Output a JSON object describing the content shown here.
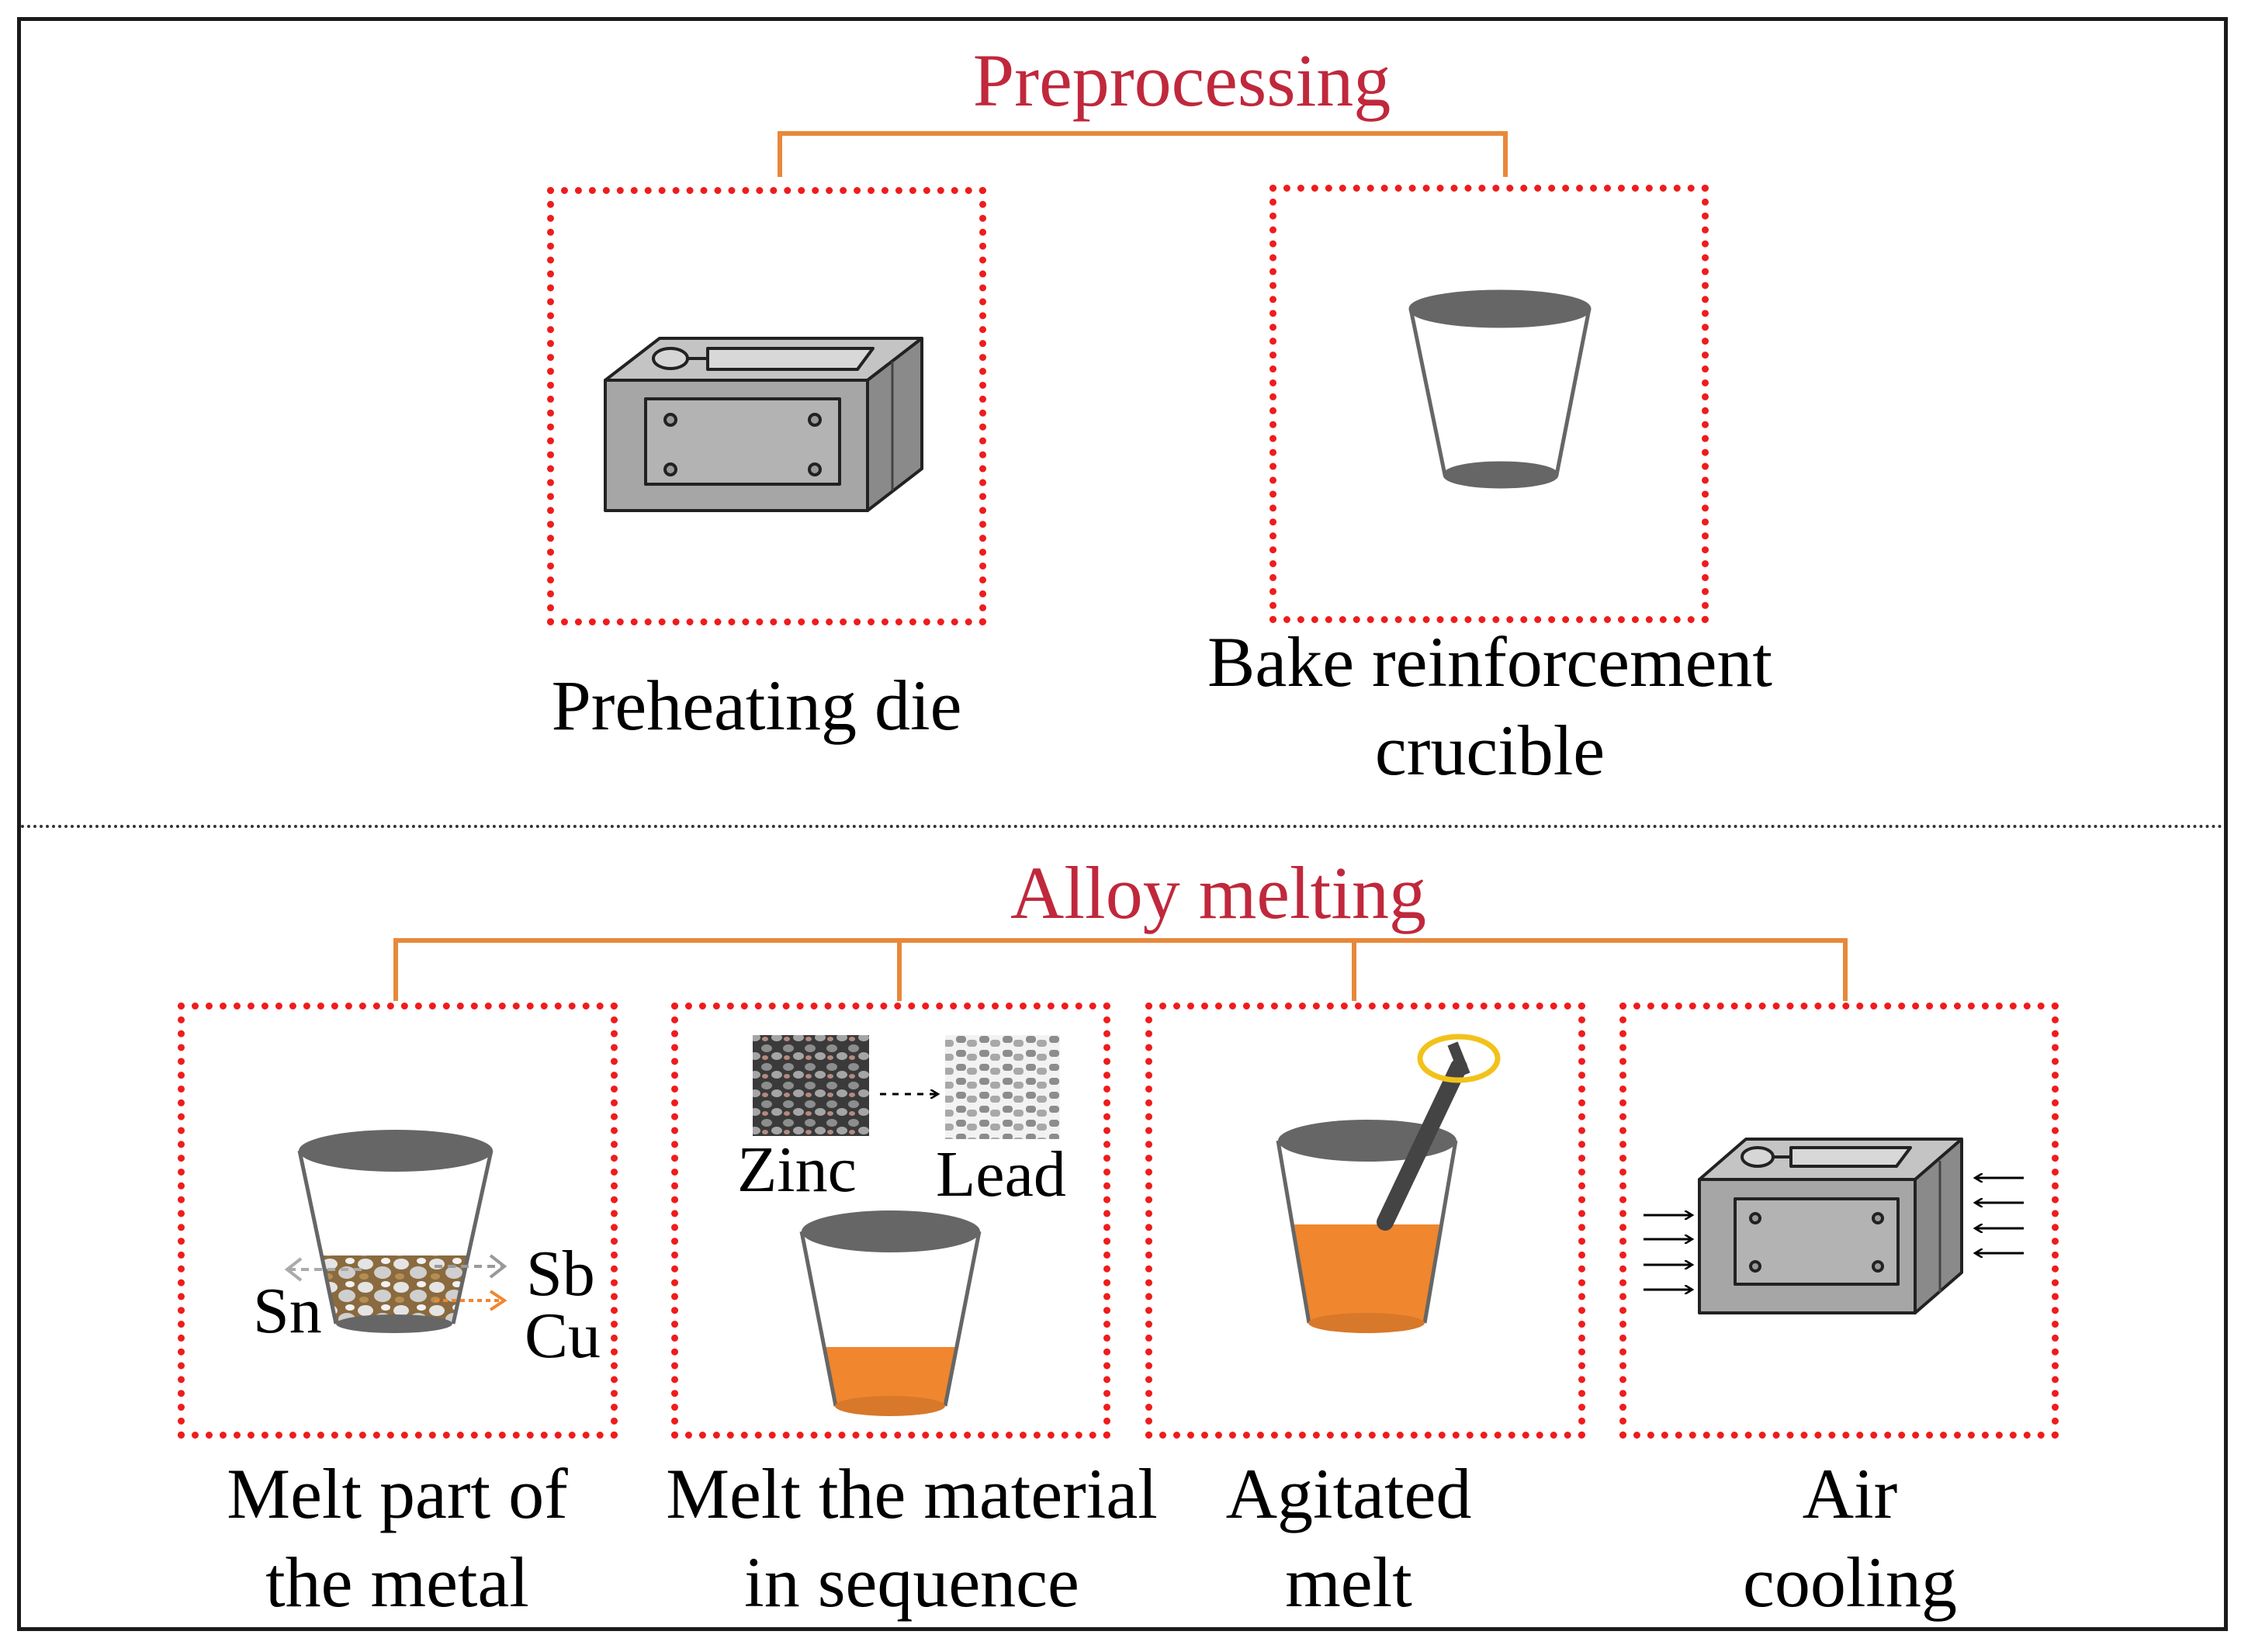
{
  "sections": {
    "preprocessing": {
      "title": "Preprocessing",
      "steps": [
        {
          "line1": "Preheating die",
          "line2": ""
        },
        {
          "line1": "Bake reinforcement",
          "line2": "crucible"
        }
      ]
    },
    "alloy_melting": {
      "title": "Alloy melting",
      "steps": [
        {
          "line1": "Melt part of",
          "line2": "the metal"
        },
        {
          "line1": "Melt the material",
          "line2": "in sequence"
        },
        {
          "line1": "Agitated",
          "line2": "melt"
        },
        {
          "line1": "Air",
          "line2": "cooling"
        }
      ]
    }
  },
  "element_labels": {
    "sn": "Sn",
    "sb": "Sb",
    "cu": "Cu",
    "zinc": "Zinc",
    "lead": "Lead"
  },
  "colors": {
    "title": "#c0283c",
    "box_border": "#ee1c1c",
    "bracket": "#e8883a",
    "melt": "#f0862e",
    "metal": "#a9a9a9",
    "dark_metal": "#6b6b6b"
  }
}
